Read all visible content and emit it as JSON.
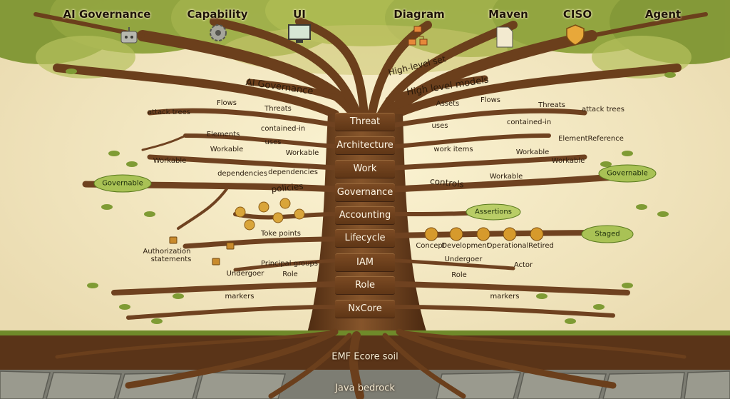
{
  "canopy_labels": [
    "AI Governance",
    "Capability",
    "UI",
    "Diagram",
    "Maven",
    "CISO",
    "Agent"
  ],
  "canopy_icons": [
    "robot-icon",
    "gear-icon",
    "monitor-icon",
    "flowchart-icon",
    "document-icon",
    "shield-icon",
    ""
  ],
  "trunk_rings": [
    "Threat",
    "Architecture",
    "Work",
    "Governance",
    "Accounting",
    "Lifecycle",
    "IAM",
    "Role",
    "NxCore"
  ],
  "branch_titles": {
    "ai_governance": "AI Governance",
    "high_level_set": "High-level set",
    "high_level_models": "High level models",
    "policies": "policies",
    "controls": "controls"
  },
  "left_labels": {
    "attack_trees": "attack trees",
    "flows": "Flows",
    "threats": "Threats",
    "elements": "Elements",
    "contained_in": "contained-in",
    "uses": "uses",
    "workable_a": "Workable",
    "workable_b": "Workable",
    "workable_c": "Workable",
    "dependencies_a": "dependencies",
    "dependencies_b": "dependencies",
    "governable": "Governable",
    "toke_points": "Toke points",
    "authorization": "Authorization",
    "statements": "statements",
    "principal_groups": "Principal groups",
    "undergoer": "Undergoer",
    "role": "Role",
    "markers": "markers"
  },
  "right_labels": {
    "assets": "Assets",
    "flows": "Flows",
    "threats": "Threats",
    "attack_trees": "attack trees",
    "uses": "uses",
    "contained_in": "contained-in",
    "element_reference": "ElementReference",
    "work_items": "work items",
    "workable_a": "Workable",
    "workable_b": "Workable",
    "workable_c": "Workable",
    "governable": "Governable",
    "assertions": "Assertions",
    "staged": "Staged",
    "concept": "Concept",
    "development": "Development",
    "operational": "Operational",
    "retired": "Retired",
    "undergoer": "Undergoer",
    "actor": "Actor",
    "role": "Role",
    "markers": "markers"
  },
  "ground": {
    "soil": "EMF Ecore soil",
    "bedrock": "Java bedrock"
  },
  "colors": {
    "sky": "#efe3bf",
    "foliage": "#8ea23a",
    "trunk": "#6b3f1c",
    "ring": "#5f3616",
    "soil": "#5a3418",
    "bedrock": "#7d7d73",
    "leaf_badge": "#a9c255",
    "coin": "#d9a53a"
  }
}
